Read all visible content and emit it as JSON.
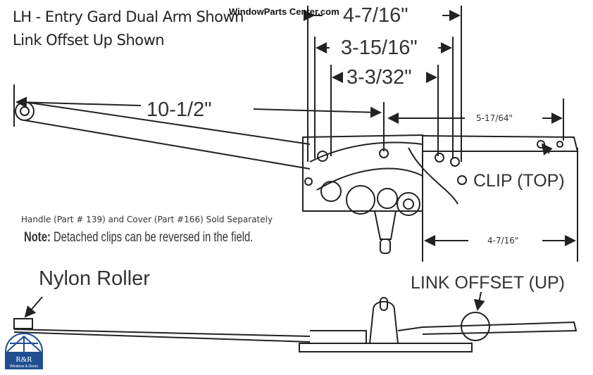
{
  "title": {
    "line1": "LH -  Entry Gard Dual Arm Shown",
    "line2": "Link Offset Up Shown"
  },
  "watermark": "WindowParts Center.com",
  "dimensions": {
    "overall_top": "4-7/16\"",
    "middle_top": "3-15/16\"",
    "inner_top": "3-3/32\"",
    "arm_length": "10-1/2\"",
    "link_length": "5-17/64\"",
    "offset_bottom": "4-7/16\""
  },
  "labels": {
    "clip": "CLIP (TOP)",
    "nylon_roller": "Nylon Roller",
    "link_offset": "LINK OFFSET (UP)"
  },
  "notes": {
    "parts": "Handle (Part # 139) and Cover (Part #166) Sold Separately",
    "note_bold": "Note:",
    "note_text": " Detached clips can be reversed in the field."
  },
  "logo": {
    "name": "R&R",
    "subtitle": "Windows & Doors",
    "color": "#1f4f8f"
  }
}
